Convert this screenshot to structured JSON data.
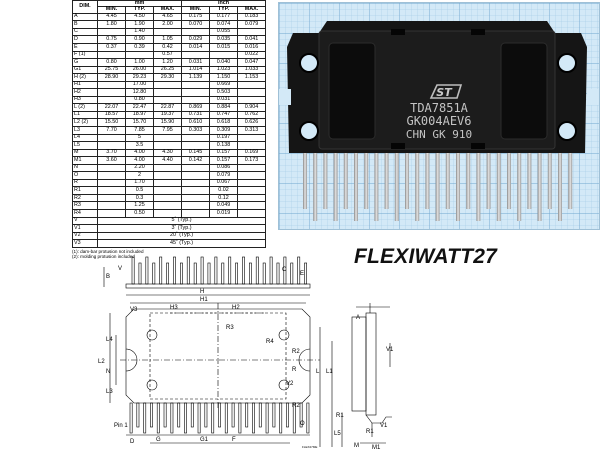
{
  "table": {
    "header_top": {
      "dim": "DIM.",
      "mm": "mm",
      "inch": "inch"
    },
    "header_sub": [
      "MIN.",
      "TYP.",
      "MAX.",
      "MIN.",
      "TYP.",
      "MAX."
    ],
    "rows": [
      [
        "A",
        "4.45",
        "4.50",
        "4.65",
        "0.175",
        "0.177",
        "0.183"
      ],
      [
        "B",
        "1.80",
        "1.90",
        "2.00",
        "0.070",
        "0.074",
        "0.079"
      ],
      [
        "C",
        "",
        "1.40",
        "",
        "",
        "0.055",
        ""
      ],
      [
        "D",
        "0.75",
        "0.90",
        "1.05",
        "0.029",
        "0.035",
        "0.041"
      ],
      [
        "E",
        "0.37",
        "0.39",
        "0.42",
        "0.014",
        "0.015",
        "0.016"
      ],
      [
        "F (1)",
        "",
        "",
        "0.57",
        "",
        "",
        "0.022"
      ],
      [
        "G",
        "0.80",
        "1.00",
        "1.20",
        "0.031",
        "0.040",
        "0.047"
      ],
      [
        "G1",
        "25.75",
        "26.00",
        "26.25",
        "1.014",
        "1.023",
        "1.033"
      ],
      [
        "H (2)",
        "28.90",
        "29.23",
        "29.30",
        "1.139",
        "1.150",
        "1.153"
      ],
      [
        "H1",
        "",
        "17.00",
        "",
        "",
        "0.669",
        ""
      ],
      [
        "H2",
        "",
        "12.80",
        "",
        "",
        "0.503",
        ""
      ],
      [
        "H3",
        "",
        "0.80",
        "",
        "",
        "0.031",
        ""
      ],
      [
        "L (2)",
        "22.07",
        "22.47",
        "22.87",
        "0.869",
        "0.884",
        "0.904"
      ],
      [
        "L1",
        "18.57",
        "18.97",
        "19.37",
        "0.731",
        "0.747",
        "0.762"
      ],
      [
        "L2 (2)",
        "15.50",
        "15.70",
        "15.90",
        "0.610",
        "0.618",
        "0.626"
      ],
      [
        "L3",
        "7.70",
        "7.85",
        "7.95",
        "0.303",
        "0.309",
        "0.313"
      ],
      [
        "L4",
        "",
        "5",
        "",
        "",
        "0.197",
        ""
      ],
      [
        "L5",
        "",
        "3.5",
        "",
        "",
        "0.138",
        ""
      ],
      [
        "M",
        "3.70",
        "4.00",
        "4.30",
        "0.145",
        "0.157",
        "0.169"
      ],
      [
        "M1",
        "3.60",
        "4.00",
        "4.40",
        "0.142",
        "0.157",
        "0.173"
      ],
      [
        "N",
        "",
        "2.20",
        "",
        "",
        "0.086",
        ""
      ],
      [
        "O",
        "",
        "2",
        "",
        "",
        "0.079",
        ""
      ],
      [
        "R",
        "",
        "1.70",
        "",
        "",
        "0.067",
        ""
      ],
      [
        "R1",
        "",
        "0.5",
        "",
        "",
        "0.02",
        ""
      ],
      [
        "R2",
        "",
        "0.3",
        "",
        "",
        "0.12",
        ""
      ],
      [
        "R3",
        "",
        "1.25",
        "",
        "",
        "0.049",
        ""
      ],
      [
        "R4",
        "",
        "0.50",
        "",
        "",
        "0.019",
        ""
      ],
      [
        "V",
        "",
        "",
        "5˚ (Typ.)",
        "",
        "",
        ""
      ],
      [
        "V1",
        "",
        "",
        "3˚ (Typ.)",
        "",
        "",
        ""
      ],
      [
        "V2",
        "",
        "",
        "20˚ (Typ.)",
        "",
        "",
        ""
      ],
      [
        "V3",
        "",
        "",
        "45˚ (Typ.)",
        "",
        "",
        ""
      ]
    ],
    "notes": [
      "(1): dam-bar protusion not included",
      "(2): molding protusion included"
    ]
  },
  "photo": {
    "marking_line1": "TDA7851A",
    "marking_line2": "GK004AEV6",
    "marking_line3": "CHN GK 910",
    "logo": "ST"
  },
  "package_title": "FLEXIWATT27",
  "drawing_labels": {
    "pin1": "Pin 1",
    "h": "H",
    "h1": "H1",
    "h2": "H2",
    "h3": "H3",
    "v": "V",
    "v1": "V1",
    "v2": "V2",
    "v3": "V3",
    "l": "L",
    "l1": "L1",
    "l2": "L2",
    "l3": "L3",
    "l4": "L4",
    "l5": "L5",
    "r": "R",
    "r1": "R1",
    "r2": "R2",
    "r3": "R3",
    "r4": "R4",
    "a": "A",
    "b": "B",
    "c": "C",
    "d": "D",
    "e": "E",
    "f": "F",
    "g": "G",
    "g1": "G1",
    "m": "M",
    "m1": "M1",
    "o": "O",
    "n": "N",
    "ref": "FLEX27ME"
  }
}
